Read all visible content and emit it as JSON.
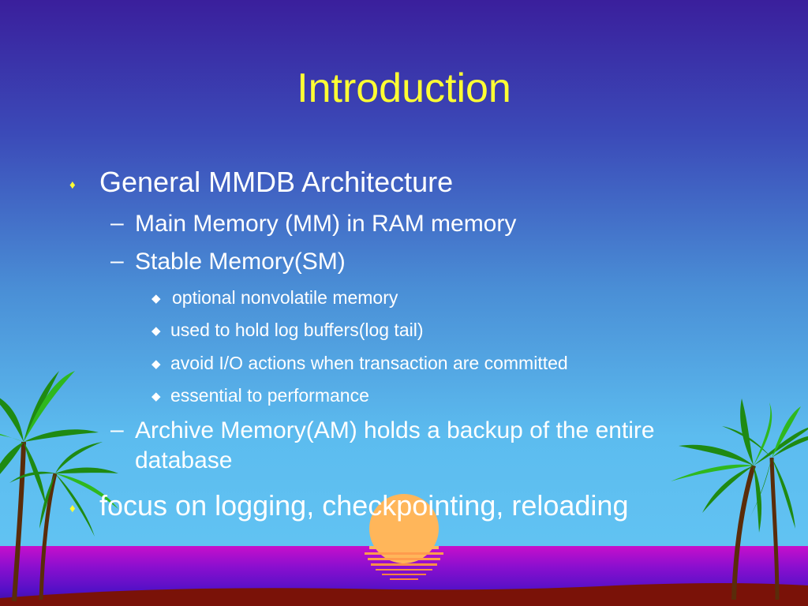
{
  "slide": {
    "title": "Introduction",
    "bullets": {
      "b1": "General MMDB Architecture",
      "b1_1": "Main Memory (MM) in RAM memory",
      "b1_2": "Stable Memory(SM)",
      "b1_2_1": " optional nonvolatile memory",
      "b1_2_2": "used to hold log buffers(log tail)",
      "b1_2_3": "avoid I/O actions when transaction are committed",
      "b1_2_4": "essential to performance",
      "b1_3": "Archive Memory(AM) holds a backup of the entire database",
      "b2": "focus on logging, checkpointing, reloading"
    },
    "markers": {
      "level1": "♦",
      "level2": "–",
      "level3": "◆"
    },
    "colors": {
      "title": "#ffff33",
      "text": "#ffffff",
      "sea": "#c414c8",
      "sun": "#ffb65a"
    }
  }
}
